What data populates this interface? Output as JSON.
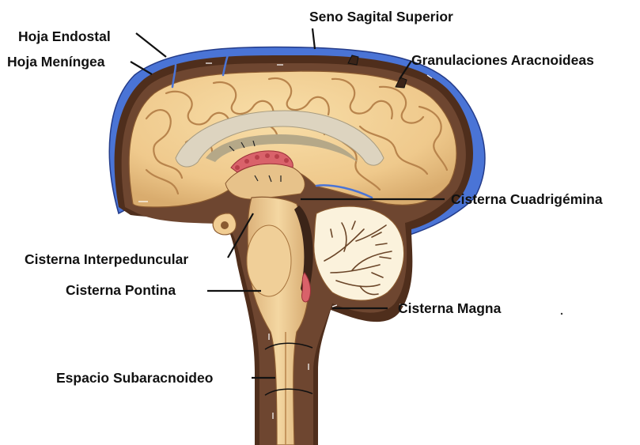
{
  "labels": {
    "seno_sagital_superior": "Seno Sagital Superior",
    "hoja_endostal": "Hoja Endostal",
    "hoja_meningea": "Hoja Meníngea",
    "granulaciones_aracnoideas": "Granulaciones Aracnoideas",
    "cisterna_cuadrigemina": "Cisterna Cuadrigémina",
    "cisterna_interpeduncular": "Cisterna Interpeduncular",
    "cisterna_pontina": "Cisterna Pontina",
    "cisterna_magna": "Cisterna Magna",
    "espacio_subaracnoideo": "Espacio Subaracnoideo"
  },
  "colors": {
    "dura_venous_sinus": "#4a74d6",
    "dura_brown": "#4f2e1c",
    "csf_space": "#6e4630",
    "brain_tissue": "#f1cd93",
    "brain_shadow": "#c89a62",
    "white_matter": "#ddd4c0",
    "choroid_plexus": "#d9626a",
    "cerebellum": "#fbf2dc",
    "leader_line": "#111111"
  }
}
